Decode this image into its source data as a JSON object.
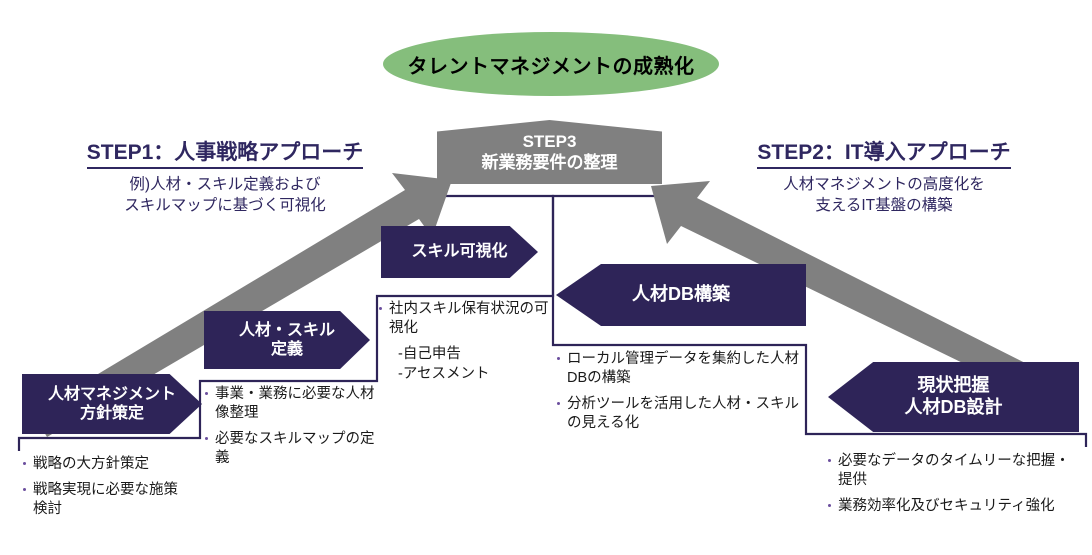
{
  "goal": {
    "label": "タレントマネジメントの成熟化"
  },
  "step3": {
    "line1": "STEP3",
    "line2": "新業務要件の整理"
  },
  "step1": {
    "title": "STEP1：人事戦略アプローチ",
    "sub_line1": "例)人材・スキル定義および",
    "sub_line2": "スキルマップに基づく可視化"
  },
  "step2": {
    "title": "STEP2：IT導入アプローチ",
    "sub_line1": "人材マネジメントの高度化を",
    "sub_line2": "支えるIT基盤の構築"
  },
  "boxes": {
    "policy": {
      "line1": "人材マネジメント",
      "line2": "方針策定"
    },
    "skilldef": {
      "line1": "人材・スキル",
      "line2": "定義"
    },
    "skillvis": {
      "line1": "スキル可視化",
      "line2": ""
    },
    "dbbuild": {
      "line1": "人材DB構築",
      "line2": ""
    },
    "asis": {
      "line1": "現状把握",
      "line2": "人材DB設計"
    }
  },
  "bullets": {
    "policy": [
      "戦略の大方針策定",
      "戦略実現に必要な施策検討"
    ],
    "skilldef": [
      "事業・業務に必要な人材像整理",
      "必要なスキルマップの定義"
    ],
    "skillvis": [
      "社内スキル保有状況の可視化"
    ],
    "skillvis_sub": [
      "-自己申告",
      "-アセスメント"
    ],
    "dbbuild": [
      "ローカル管理データを集約した人材DBの構築",
      "分析ツールを活用した人材・スキルの見える化"
    ],
    "asis": [
      "必要なデータのタイムリーな把握・提供",
      "業務効率化及びセキュリティ強化"
    ]
  },
  "colors": {
    "goal_green": "#85be7c",
    "navy": "#2e2458",
    "gray_arrow": "#808080",
    "heading_navy": "#2f2760",
    "bullet_dot": "#6b4f9e"
  },
  "arrows": {
    "left_arrow_name": "step1-upward-gray-arrow",
    "right_arrow_name": "step2-upward-gray-arrow"
  }
}
